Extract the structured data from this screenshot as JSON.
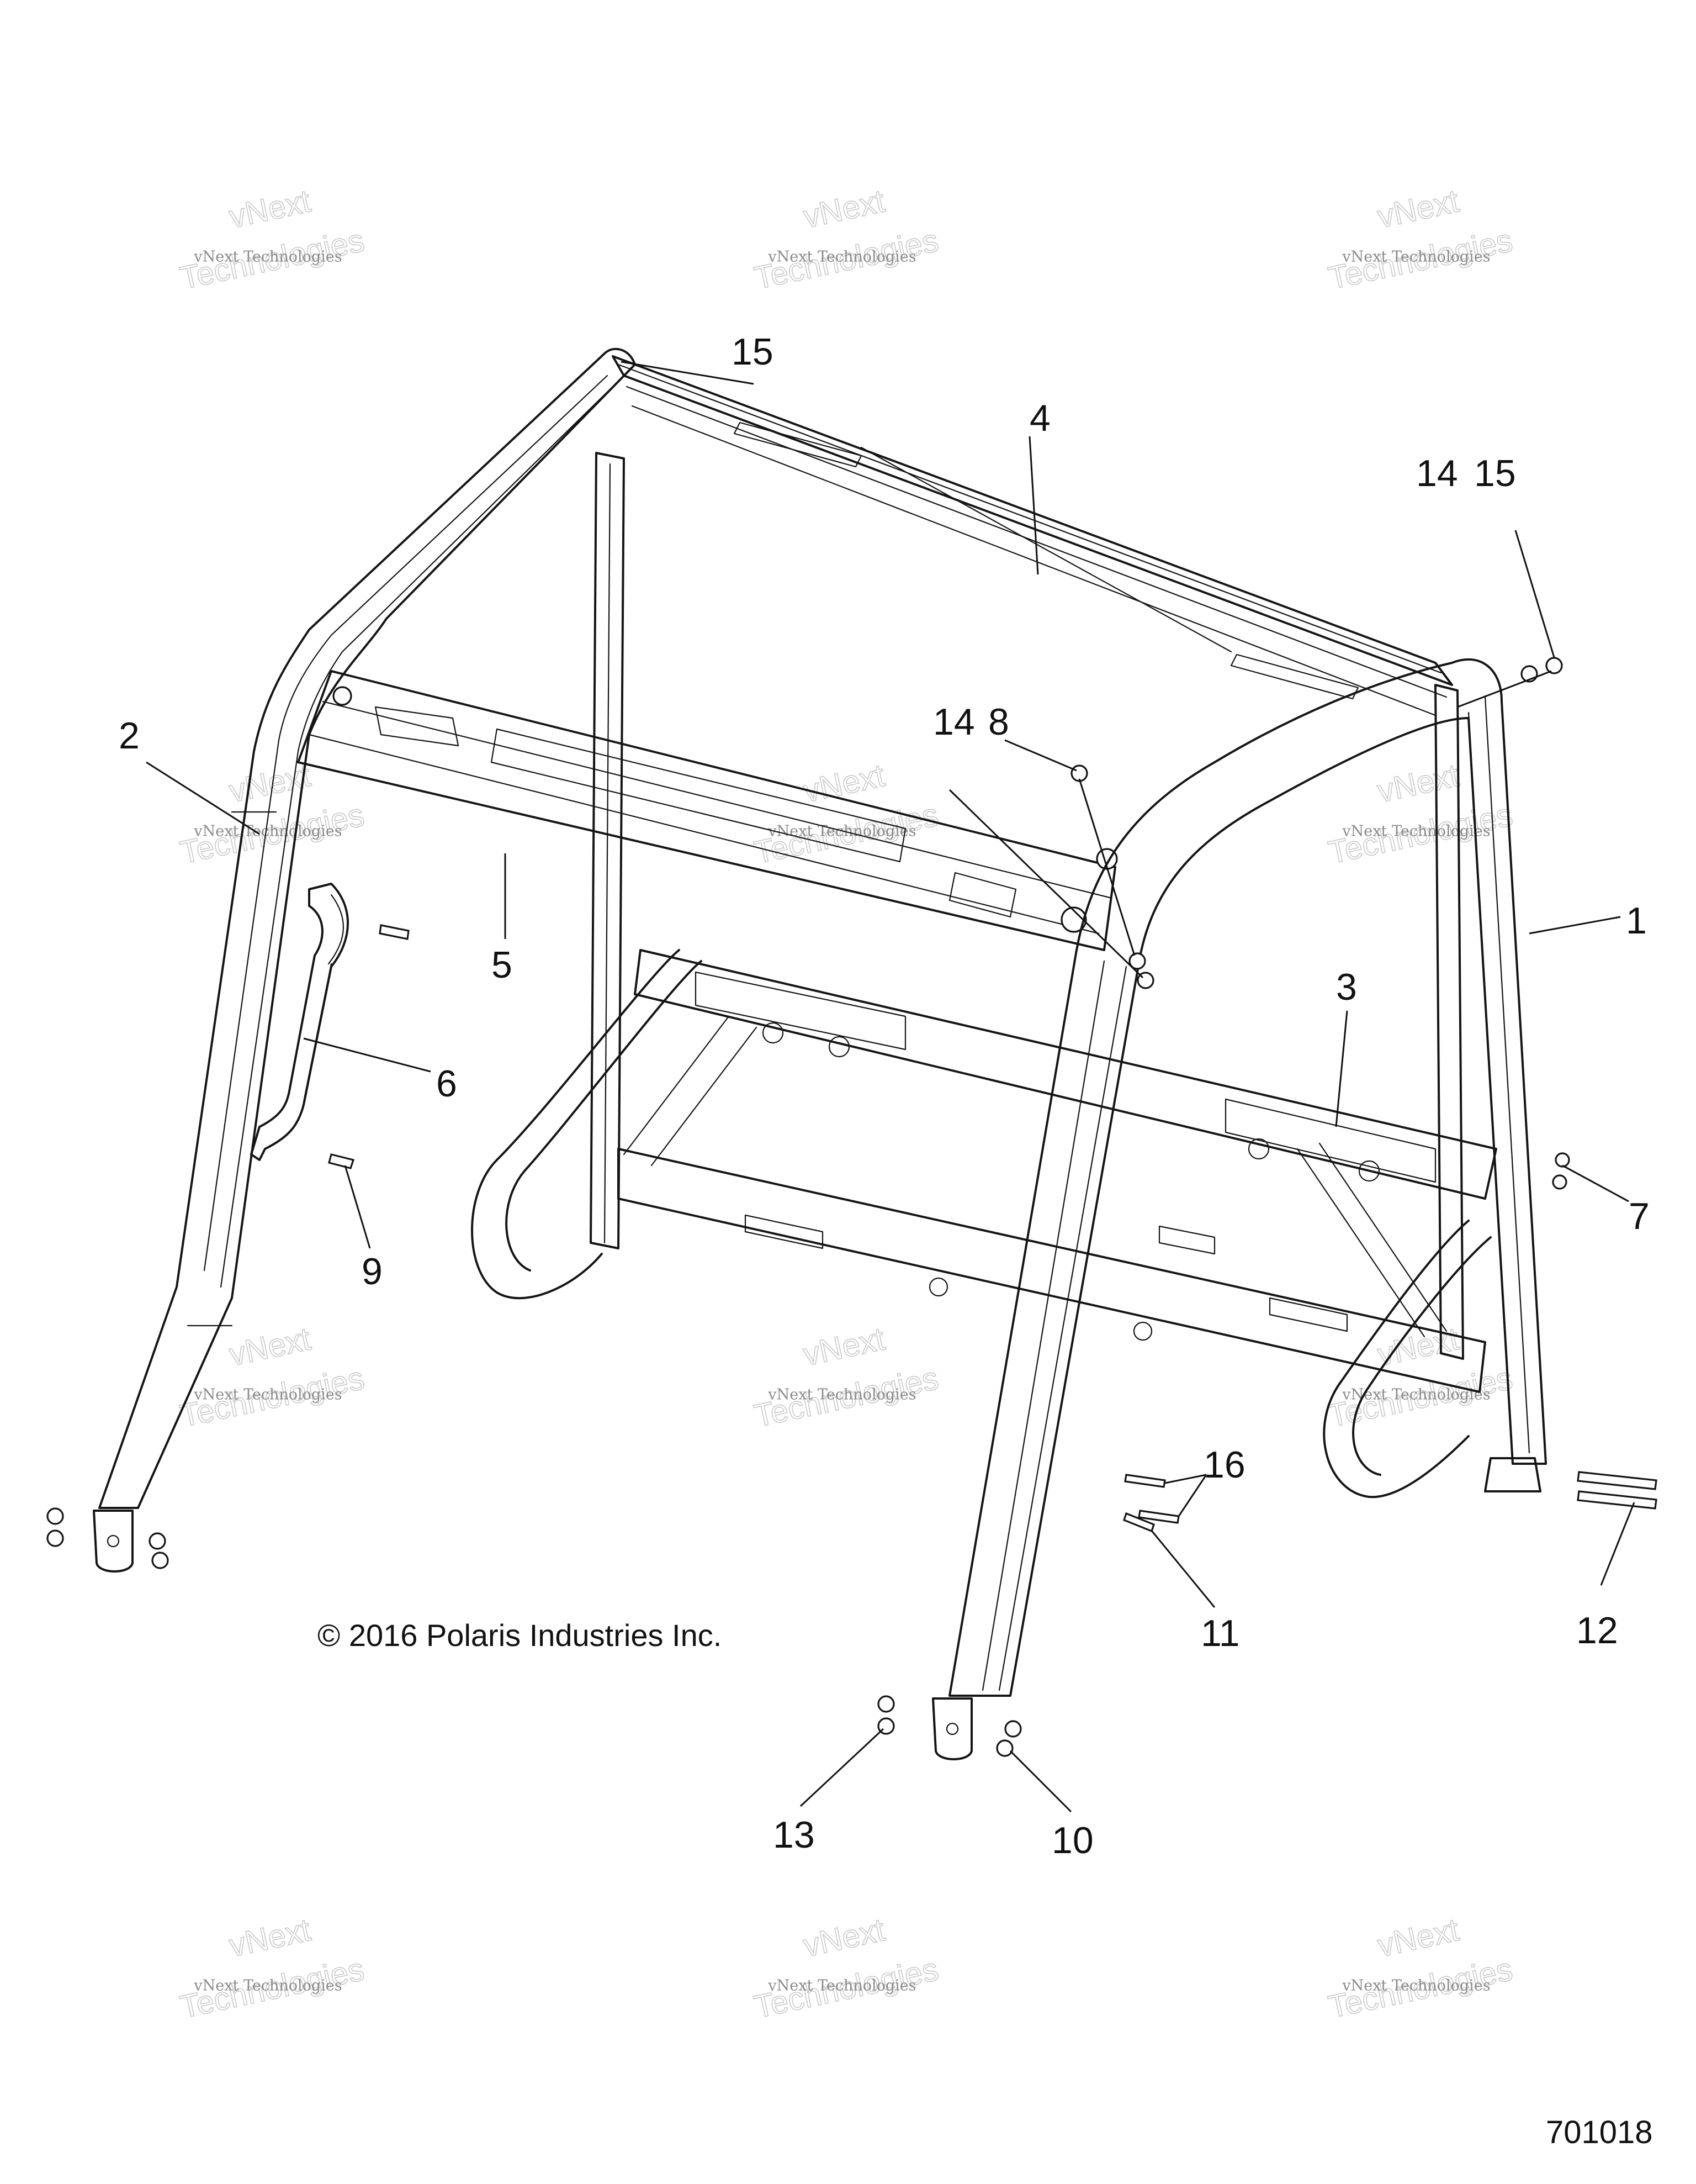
{
  "diagram": {
    "copyright": "© 2016 Polaris Industries Inc.",
    "diagram_number": "701018",
    "watermark": {
      "line1": "vNext Technologies",
      "line2": "vNext",
      "line3": "Technologies"
    },
    "callouts": [
      {
        "id": "1",
        "label": "1"
      },
      {
        "id": "2",
        "label": "2"
      },
      {
        "id": "3",
        "label": "3"
      },
      {
        "id": "4",
        "label": "4"
      },
      {
        "id": "5",
        "label": "5"
      },
      {
        "id": "6",
        "label": "6"
      },
      {
        "id": "7",
        "label": "7"
      },
      {
        "id": "8",
        "label": "8"
      },
      {
        "id": "9",
        "label": "9"
      },
      {
        "id": "10",
        "label": "10"
      },
      {
        "id": "11",
        "label": "11"
      },
      {
        "id": "12",
        "label": "12"
      },
      {
        "id": "13",
        "label": "13"
      },
      {
        "id": "14a",
        "label": "14"
      },
      {
        "id": "14b",
        "label": "14"
      },
      {
        "id": "15a",
        "label": "15"
      },
      {
        "id": "15b",
        "label": "15"
      },
      {
        "id": "16",
        "label": "16"
      }
    ]
  }
}
